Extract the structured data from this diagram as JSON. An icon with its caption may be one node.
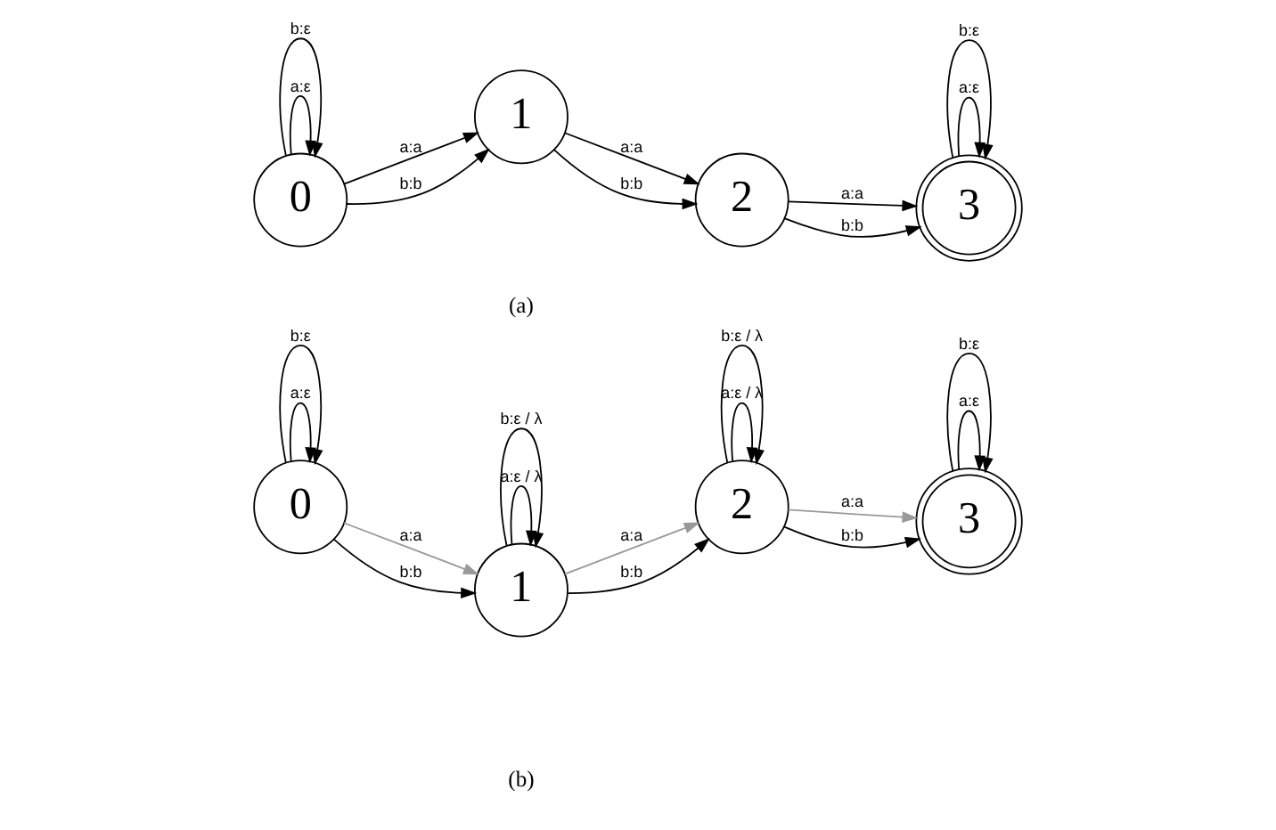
{
  "diagram": {
    "nodes": [
      {
        "text": [
          "0"
        ]
      },
      {
        "text": [
          "1"
        ]
      },
      {
        "text": [
          "2"
        ]
      },
      {
        "text": [
          "3"
        ]
      },
      {
        "text": [
          "0"
        ]
      },
      {
        "text": [
          "1"
        ]
      },
      {
        "text": [
          "2"
        ]
      },
      {
        "text": [
          "3"
        ]
      }
    ],
    "edges": [
      {
        "from": 0,
        "to": 0,
        "arrow": "to",
        "label": "a:ε"
      },
      {
        "from": 0,
        "to": 0,
        "arrow": "to",
        "label": "b:ε"
      },
      {
        "from": 3,
        "to": 3,
        "arrow": "to",
        "label": "a:ε"
      },
      {
        "from": 3,
        "to": 3,
        "arrow": "to",
        "label": "b:ε"
      },
      {
        "from": 0,
        "to": 1,
        "arrow": "to",
        "label": "a:a"
      },
      {
        "from": 0,
        "to": 1,
        "arrow": "to",
        "label": "b:b"
      },
      {
        "from": 1,
        "to": 2,
        "arrow": "to",
        "label": "a:a"
      },
      {
        "from": 1,
        "to": 2,
        "arrow": "to",
        "label": "b:b"
      },
      {
        "from": 2,
        "to": 3,
        "arrow": "to",
        "label": "a:a"
      },
      {
        "from": 2,
        "to": 3,
        "arrow": "to",
        "label": "b:b"
      },
      {
        "from": 4,
        "to": 4,
        "arrow": "to",
        "label": "a:ε"
      },
      {
        "from": 4,
        "to": 4,
        "arrow": "to",
        "label": "b:ε"
      },
      {
        "from": 5,
        "to": 5,
        "arrow": "to",
        "label": "a:ε / λ"
      },
      {
        "from": 5,
        "to": 5,
        "arrow": "to",
        "label": "b:ε / λ"
      },
      {
        "from": 6,
        "to": 6,
        "arrow": "to",
        "label": "a:ε / λ"
      },
      {
        "from": 6,
        "to": 6,
        "arrow": "to",
        "label": "b:ε / λ"
      },
      {
        "from": 7,
        "to": 7,
        "arrow": "to",
        "label": "a:ε"
      },
      {
        "from": 7,
        "to": 7,
        "arrow": "to",
        "label": "b:ε"
      },
      {
        "from": 4,
        "to": 5,
        "arrow": "to",
        "label": "a:a",
        "color": "#999999"
      },
      {
        "from": 4,
        "to": 5,
        "arrow": "to",
        "label": "b:b"
      },
      {
        "from": 5,
        "to": 6,
        "arrow": "to",
        "label": "a:a",
        "color": "#999999"
      },
      {
        "from": 5,
        "to": 6,
        "arrow": "to",
        "label": "b:b"
      },
      {
        "from": 6,
        "to": 7,
        "arrow": "to",
        "label": "a:a",
        "color": "#999999"
      },
      {
        "from": 6,
        "to": 7,
        "arrow": "to",
        "label": "b:b"
      }
    ],
    "labels": [
      "(a)",
      "(b)"
    ]
  }
}
